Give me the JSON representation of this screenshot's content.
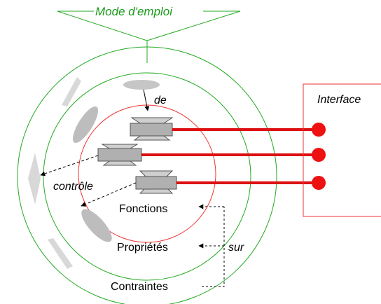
{
  "labels": {
    "mode_emploi": "Mode d'emploi",
    "interface": "Interface",
    "de": "de",
    "controle": "contrôle",
    "fonctions": "Fonctions",
    "proprietes": "Propriétés",
    "sur": "sur",
    "contraintes": "Contraintes"
  },
  "colors": {
    "outer_ring": "#22aa22",
    "inner_ring": "#ee3333",
    "connector": "#dd1111",
    "label_green": "#1a9a1a",
    "component_fill": "#b8b8b8",
    "blob_fill": "#c8c8c8"
  }
}
